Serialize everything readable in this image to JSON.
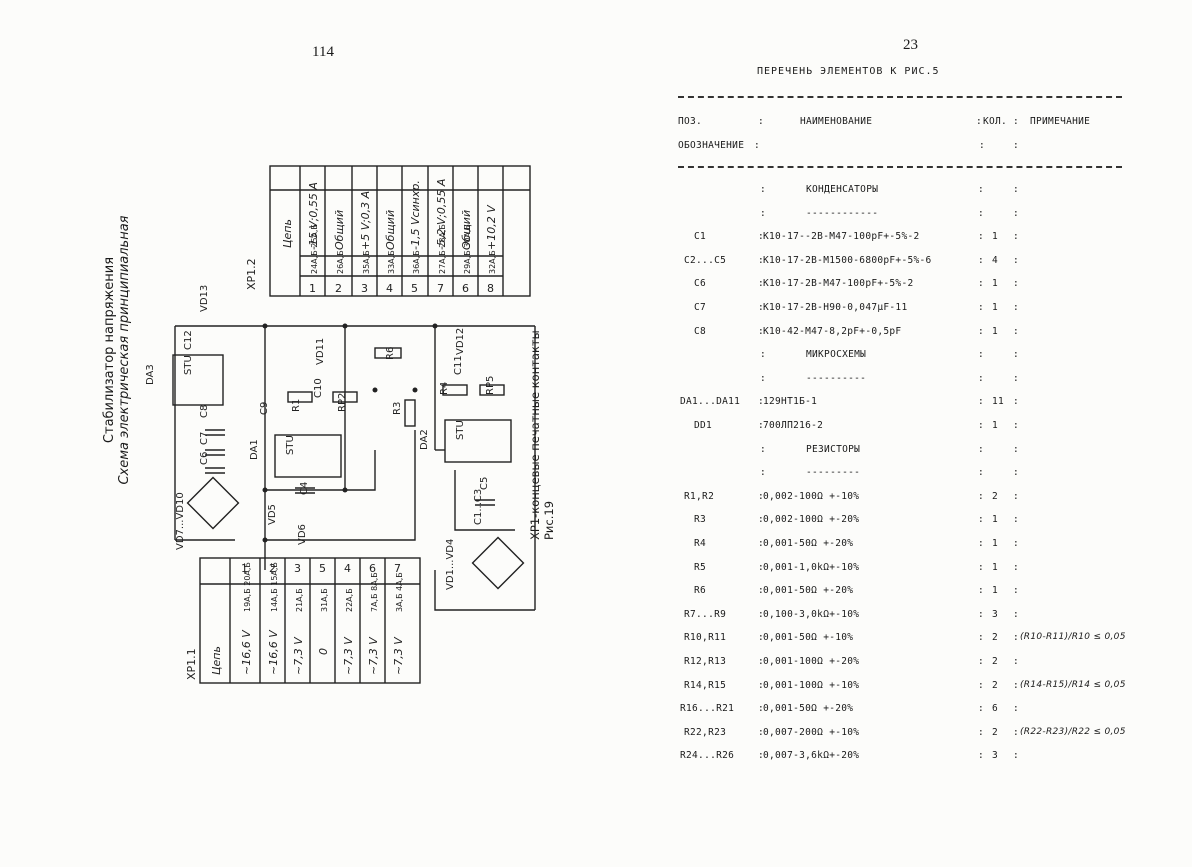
{
  "left_page_number": "114",
  "right_page_number": "23",
  "schematic": {
    "title_line1": "Стабилизатор напряжения",
    "title_line2": "Схема электрическая принципиальная",
    "caption": "XP1-концевые печатные контакты Рис.19",
    "connector_top": {
      "name": "XP1.2",
      "header": "Цепь",
      "rows": [
        {
          "pin": "1",
          "pads": "24А,Б 25А,Б",
          "signal": "-15 V;0,55 A"
        },
        {
          "pin": "2",
          "pads": "26А,Б",
          "signal": "Общий"
        },
        {
          "pin": "3",
          "pads": "35А,Б",
          "signal": "+5 V;0,3 A"
        },
        {
          "pin": "4",
          "pads": "33А,Б",
          "signal": "Общий"
        },
        {
          "pin": "5",
          "pads": "36А,Б",
          "signal": "-1,5 Vсинхр."
        },
        {
          "pin": "7",
          "pads": "27А,Б 28А,Б",
          "signal": "-5,2 V;0,55 A"
        },
        {
          "pin": "6",
          "pads": "29А,Б 30А,Б",
          "signal": "Общий"
        },
        {
          "pin": "8",
          "pads": "32А,Б",
          "signal": "+10,2 V"
        }
      ]
    },
    "connector_bottom": {
      "name": "XP1.1",
      "header": "Цепь",
      "rows": [
        {
          "pin": "1",
          "pads": "19А,Б 20А,Б",
          "signal": "~16,6 V"
        },
        {
          "pin": "2",
          "pads": "14А,Б 15А,Б",
          "signal": "~16,6 V"
        },
        {
          "pin": "3",
          "pads": "21А,Б",
          "signal": "~7,3 V"
        },
        {
          "pin": "5",
          "pads": "31А,Б",
          "signal": "0"
        },
        {
          "pin": "4",
          "pads": "22А,Б",
          "signal": "~7,3 V"
        },
        {
          "pin": "6",
          "pads": "7А,Б 8А,Б",
          "signal": "~7,3 V"
        },
        {
          "pin": "7",
          "pads": "3А,Б 4А,Б",
          "signal": "~7,3 V"
        }
      ]
    },
    "labels": [
      "DA3",
      "STU",
      "DA1",
      "STU",
      "DA2",
      "STU",
      "VD13",
      "VD11",
      "VD12",
      "VD5",
      "VD6",
      "VD7...VD10",
      "VD1...VD4",
      "C12",
      "C8",
      "C7",
      "C6",
      "C9",
      "C10",
      "C4",
      "C11",
      "C5",
      "C1...C3",
      "R1",
      "RP2",
      "R6",
      "R3",
      "R4",
      "RP5"
    ]
  },
  "list": {
    "title": "ПЕРЕЧЕНЬ ЭЛЕМЕНТОВ К РИС.5",
    "header": {
      "pos": "ПОЗ.",
      "designation": "ОБОЗНАЧЕНИЕ",
      "name": "НАИМЕНОВАНИЕ",
      "qty": "КОЛ.",
      "note": "ПРИМЕЧАНИЕ"
    },
    "rows": [
      {
        "pos": "",
        "name": "КОНДЕНСАТОРЫ",
        "qty": "",
        "note": ""
      },
      {
        "pos": "",
        "name": "------------",
        "qty": "",
        "note": ""
      },
      {
        "pos": "C1",
        "name": "К10-17--2В-М47-100pF+-5%-2",
        "qty": "1",
        "note": ""
      },
      {
        "pos": "C2...C5",
        "name": "К10-17-2В-М1500-6800pF+-5%-6",
        "qty": "4",
        "note": ""
      },
      {
        "pos": "C6",
        "name": "К10-17-2В-М47-100pF+-5%-2",
        "qty": "1",
        "note": ""
      },
      {
        "pos": "C7",
        "name": "К10-17-2В-Н90-0,047μF-11",
        "qty": "1",
        "note": ""
      },
      {
        "pos": "C8",
        "name": "К10-42-М47-8,2pF+-0,5pF",
        "qty": "1",
        "note": ""
      },
      {
        "pos": "",
        "name": "МИКРОСХЕМЫ",
        "qty": "",
        "note": ""
      },
      {
        "pos": "",
        "name": "----------",
        "qty": "",
        "note": ""
      },
      {
        "pos": "DA1...DA11",
        "name": "129НТ1Б-1",
        "qty": "11",
        "note": ""
      },
      {
        "pos": "DD1",
        "name": "700ЛП216-2",
        "qty": "1",
        "note": ""
      },
      {
        "pos": "",
        "name": "РЕЗИСТОРЫ",
        "qty": "",
        "note": ""
      },
      {
        "pos": "",
        "name": "---------",
        "qty": "",
        "note": ""
      },
      {
        "pos": "R1,R2",
        "name": "0,002-100Ω +-10%",
        "qty": "2",
        "note": ""
      },
      {
        "pos": "R3",
        "name": "0,002-100Ω +-20%",
        "qty": "1",
        "note": ""
      },
      {
        "pos": "R4",
        "name": "0,001-50Ω +-20%",
        "qty": "1",
        "note": ""
      },
      {
        "pos": "R5",
        "name": "0,001-1,0kΩ+-10%",
        "qty": "1",
        "note": ""
      },
      {
        "pos": "R6",
        "name": "0,001-50Ω +-20%",
        "qty": "1",
        "note": ""
      },
      {
        "pos": "R7...R9",
        "name": "0,100-3,0kΩ+-10%",
        "qty": "3",
        "note": ""
      },
      {
        "pos": "R10,R11",
        "name": "0,001-50Ω +-10%",
        "qty": "2",
        "note": "(R10-R11)/R10 ≤ 0,05"
      },
      {
        "pos": "R12,R13",
        "name": "0,001-100Ω +-20%",
        "qty": "2",
        "note": ""
      },
      {
        "pos": "R14,R15",
        "name": "0,001-100Ω +-10%",
        "qty": "2",
        "note": "(R14-R15)/R14 ≤ 0,05"
      },
      {
        "pos": "R16...R21",
        "name": "0,001-50Ω +-20%",
        "qty": "6",
        "note": ""
      },
      {
        "pos": "R22,R23",
        "name": "0,007-200Ω +-10%",
        "qty": "2",
        "note": "(R22-R23)/R22 ≤ 0,05"
      },
      {
        "pos": "R24...R26",
        "name": "0,007-3,6kΩ+-20%",
        "qty": "3",
        "note": ""
      }
    ]
  }
}
